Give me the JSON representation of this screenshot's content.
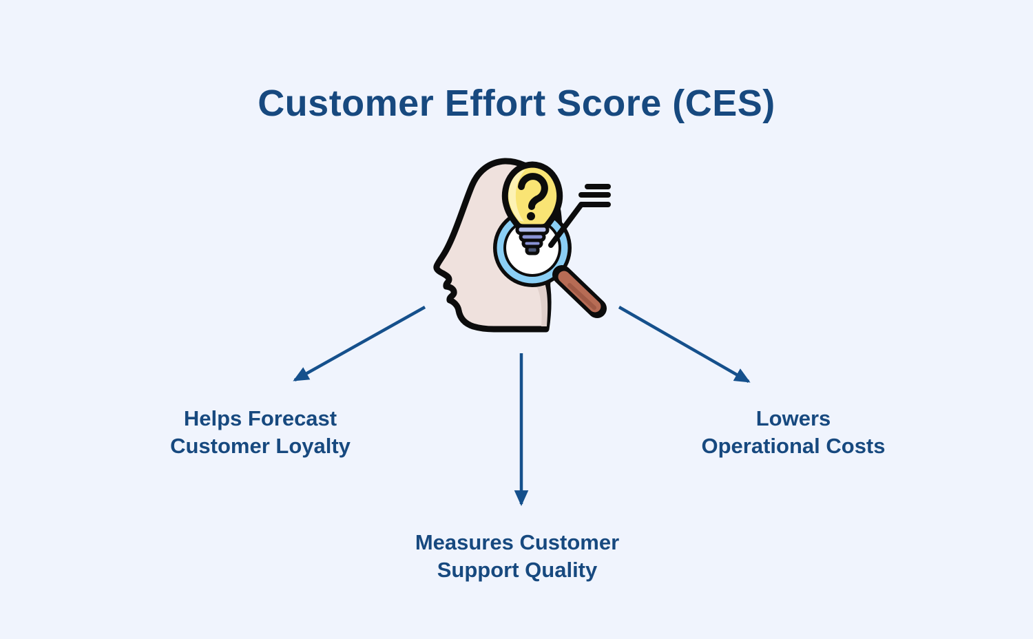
{
  "title": "Customer Effort Score (CES)",
  "illustration": {
    "icon": "head-lightbulb-magnifier-icon",
    "parts": [
      "head-profile",
      "question-lightbulb",
      "magnifying-glass",
      "insight-lines"
    ]
  },
  "benefits": [
    {
      "id": "forecast-loyalty",
      "label": "Helps Forecast\nCustomer Loyalty"
    },
    {
      "id": "support-quality",
      "label": "Measures Customer\nSupport Quality"
    },
    {
      "id": "operational-costs",
      "label": "Lowers\nOperational Costs"
    }
  ],
  "colors": {
    "background": "#f0f4fd",
    "text_navy": "#17497f",
    "arrow_blue": "#15508c",
    "bulb_yellow": "#f9e474",
    "bulb_highlight": "#fdf2b4",
    "bulb_base_lavender": "#8a93d5",
    "magnifier_ring_blue": "#8bcff5",
    "handle_brown": "#b76c55",
    "head_skin": "#efe1dd",
    "outline_black": "#0c0c0c"
  }
}
